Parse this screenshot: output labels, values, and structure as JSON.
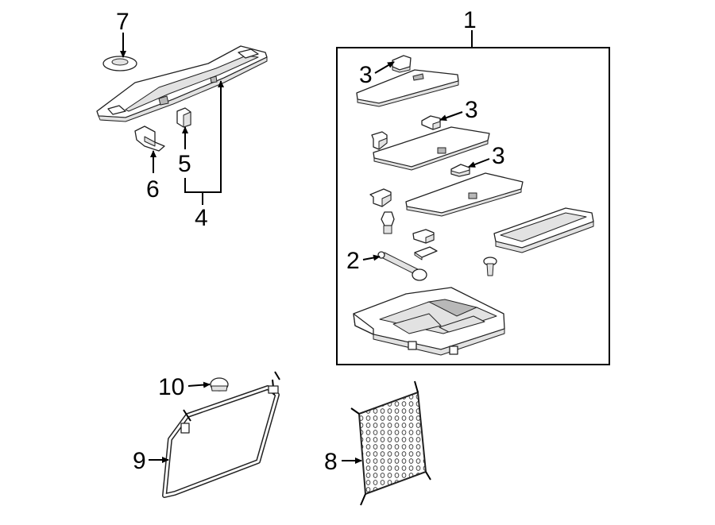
{
  "callouts": {
    "c1": "1",
    "c2": "2",
    "c3a": "3",
    "c3b": "3",
    "c3c": "3",
    "c4": "4",
    "c5": "5",
    "c6": "6",
    "c7": "7",
    "c8": "8",
    "c9": "9",
    "c10": "10"
  },
  "colors": {
    "line": "#000000",
    "part_fill": "#ffffff",
    "shade": "#e2e2e2"
  }
}
